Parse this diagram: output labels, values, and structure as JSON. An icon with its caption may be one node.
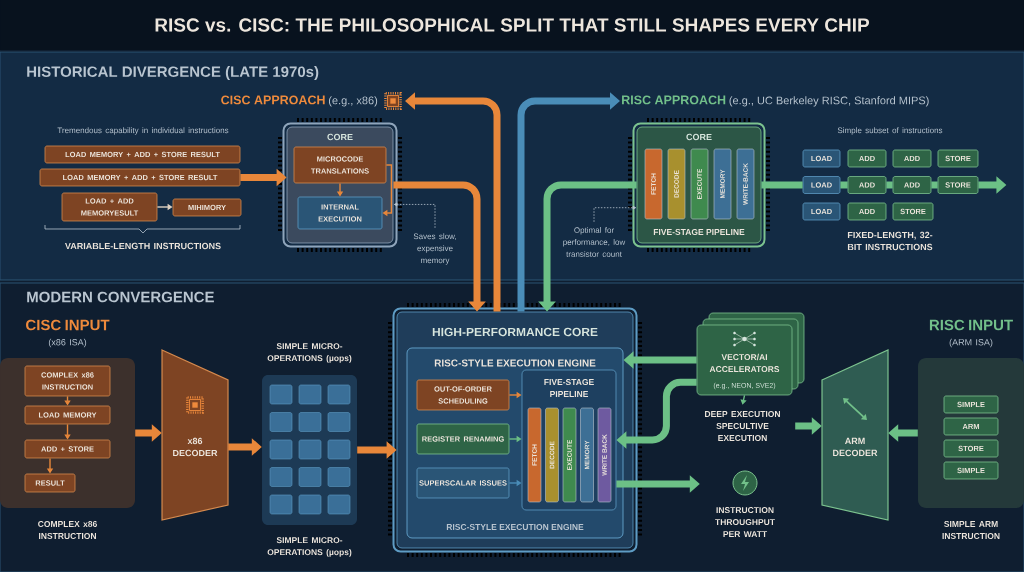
{
  "diagram": {
    "title": "RISC vs. CISC: THE PHILOSOPHICAL SPLIT THAT STILL SHAPES EVERY CHIP",
    "nodes": [
      {
        "text": [
          "CISC APPROACH",
          "(e.g., x86)"
        ]
      },
      {
        "text": [
          "RISC APPROACH",
          "(e.g., UC Berkeley RISC, Stanford MIPS)"
        ]
      },
      {
        "text": [
          "LOAD MEMORY + ADD + STORE RESULT"
        ]
      },
      {
        "text": [
          "LOAD MEMORY + ADD + STORE RESULT"
        ]
      },
      {
        "text": [
          "LOAD + ADD MEMORYESULT"
        ]
      },
      {
        "text": [
          "MIHIMORY"
        ]
      },
      {
        "text": [
          "CORE"
        ]
      },
      {
        "text": [
          "MICROCODE TRANSLATIONS"
        ],
        "in": 6
      },
      {
        "text": [
          "INTERNAL EXECUTION"
        ],
        "in": 6
      },
      {
        "text": [
          "Saves slow, expensive memory"
        ]
      },
      {
        "text": [
          "CORE",
          "FIVE-STAGE PIPELINE"
        ]
      },
      {
        "text": [
          "FETCH"
        ],
        "in": 10
      },
      {
        "text": [
          "DECODE"
        ],
        "in": 10
      },
      {
        "text": [
          "EXECUTE"
        ],
        "in": 10
      },
      {
        "text": [
          "MEMORY"
        ],
        "in": 10
      },
      {
        "text": [
          "WRITE-BACK"
        ],
        "in": 10
      },
      {
        "text": [
          "Optimal for performance, low transistor count"
        ]
      },
      {
        "text": [
          "LOAD"
        ]
      },
      {
        "text": [
          "ADD"
        ]
      },
      {
        "text": [
          "ADD"
        ]
      },
      {
        "text": [
          "STORE"
        ]
      },
      {
        "text": [
          "LOAD"
        ]
      },
      {
        "text": [
          "ADD"
        ]
      },
      {
        "text": [
          "ADD"
        ]
      },
      {
        "text": [
          "STORE"
        ]
      },
      {
        "text": [
          "LOAD"
        ]
      },
      {
        "text": [
          "ADD"
        ]
      },
      {
        "text": [
          "STORE"
        ]
      },
      {
        "text": [
          "CISC INPUT",
          "(x86 ISA)"
        ],
        "beside": [
          "COMPLEX x86 INSTRUCTION"
        ]
      },
      {
        "text": [
          "COMPLEX x86 INSTRUCTION"
        ],
        "in": 28
      },
      {
        "text": [
          "LOAD MEMORY"
        ],
        "in": 28
      },
      {
        "text": [
          "ADD + STORE"
        ],
        "in": 28
      },
      {
        "text": [
          "RESULT"
        ],
        "in": 28
      },
      {
        "text": [
          "x86 DECODER"
        ]
      },
      {
        "text": [
          "SIMPLE MICRO-OPERATIONS (µops)"
        ],
        "beside": [
          "SIMPLE MICRO-OPERATIONS (µops)"
        ]
      },
      {
        "text": [],
        "shape": "box",
        "in": 34
      },
      {
        "text": [],
        "shape": "box",
        "in": 34
      },
      {
        "text": [],
        "shape": "box",
        "in": 34
      },
      {
        "text": [],
        "shape": "box",
        "in": 34
      },
      {
        "text": [],
        "shape": "box",
        "in": 34
      },
      {
        "text": [],
        "shape": "box",
        "in": 34
      },
      {
        "text": [],
        "shape": "box",
        "in": 34
      },
      {
        "text": [],
        "shape": "box",
        "in": 34
      },
      {
        "text": [],
        "shape": "box",
        "in": 34
      },
      {
        "text": [],
        "shape": "box",
        "in": 34
      },
      {
        "text": [],
        "shape": "box",
        "in": 34
      },
      {
        "text": [],
        "shape": "box",
        "in": 34
      },
      {
        "text": [],
        "shape": "box",
        "in": 34
      },
      {
        "text": [],
        "shape": "box",
        "in": 34
      },
      {
        "text": [],
        "shape": "box",
        "in": 34
      },
      {
        "text": [
          "HIGH-PERFORMANCE CORE"
        ]
      },
      {
        "text": [
          "RISC-STYLE EXECUTION ENGINE",
          "RISC-STYLE EXECUTION ENGINE"
        ],
        "in": 50
      },
      {
        "text": [
          "OUT-OF-ORDER SCHEDULING"
        ],
        "in": 51
      },
      {
        "text": [
          "REGISTER RENAMING"
        ],
        "in": 51
      },
      {
        "text": [
          "SUPERSCALAR ISSUES"
        ],
        "in": 51
      },
      {
        "text": [
          "FIVE-STAGE PIPELINE"
        ],
        "in": 51
      },
      {
        "text": [
          "FETCH"
        ],
        "in": 55
      },
      {
        "text": [
          "DECODE"
        ],
        "in": 55
      },
      {
        "text": [
          "EXECUTE"
        ],
        "in": 55
      },
      {
        "text": [
          "MEMORY"
        ],
        "in": 55
      },
      {
        "text": [
          "WRITE BACK"
        ],
        "in": 55
      },
      {
        "text": [
          "VECTOR/AI ACCELERATORS",
          "(e.g., NEON, SVE2)"
        ]
      },
      {
        "text": [
          "DEEP EXECUTION SPECULTIVE EXECUTION"
        ]
      },
      {
        "text": [
          "INSTRUCTION THROUGHPUT PER WATT"
        ]
      },
      {
        "text": [
          "ARM DECODER"
        ]
      },
      {
        "text": [
          "RISC INPUT",
          "(ARM ISA)"
        ],
        "beside": [
          "SIMPLE ARM INSTRUCTION"
        ]
      },
      {
        "text": [
          "SIMPLE"
        ],
        "in": 65
      },
      {
        "text": [
          "ARM"
        ],
        "in": 65
      },
      {
        "text": [
          "STORE"
        ],
        "in": 65
      },
      {
        "text": [
          "SIMPLE"
        ],
        "in": 65
      }
    ],
    "edges": [
      {
        "from": 3,
        "to": 6,
        "arrow": "to",
        "color": "#e8873a"
      },
      {
        "from": 4,
        "to": 5,
        "arrow": "to",
        "color": "#e0d2c2"
      },
      {
        "from": 7,
        "to": 8,
        "arrow": "to",
        "color": "#e8873a"
      },
      {
        "from": 7,
        "to": 8,
        "arrow": "to",
        "color": "#e8873a"
      },
      {
        "from": 9,
        "to": 6,
        "arrow": "to",
        "style": "dashed"
      },
      {
        "from": 6,
        "to": 50,
        "arrow": "to",
        "color": "#e8873a"
      },
      {
        "from": 50,
        "to": 0,
        "arrow": "to",
        "color": "#e8873a"
      },
      {
        "from": 50,
        "to": 1,
        "arrow": "to",
        "color": "#4a8db8"
      },
      {
        "from": 10,
        "to": 50,
        "arrow": "to",
        "color": "#6cc086"
      },
      {
        "from": 16,
        "to": 10,
        "arrow": "to",
        "style": "dashed"
      },
      {
        "from": 10,
        "to": 21,
        "arrow": "none",
        "color": "#6cc086"
      },
      {
        "from": 21,
        "to": 22,
        "arrow": "none",
        "color": "#6cc086"
      },
      {
        "from": 22,
        "to": 23,
        "arrow": "none",
        "color": "#6cc086"
      },
      {
        "from": 23,
        "to": 24,
        "arrow": "none",
        "color": "#6cc086"
      },
      {
        "from": 24,
        "to": null,
        "arrow": "to",
        "color": "#6cc086"
      },
      {
        "from": 29,
        "to": 30,
        "arrow": "to",
        "color": "#e8873a"
      },
      {
        "from": 30,
        "to": 31,
        "arrow": "to",
        "color": "#e8873a"
      },
      {
        "from": 31,
        "to": 32,
        "arrow": "to",
        "color": "#e8873a"
      },
      {
        "from": 28,
        "to": 33,
        "arrow": "to",
        "color": "#e8873a"
      },
      {
        "from": 33,
        "to": 34,
        "arrow": "to",
        "color": "#e8873a"
      },
      {
        "from": 34,
        "to": 50,
        "arrow": "to",
        "color": "#e8873a"
      },
      {
        "from": 52,
        "to": 55,
        "arrow": "to",
        "color": "#e8873a"
      },
      {
        "from": 53,
        "to": 55,
        "arrow": "to",
        "color": "#6cc086"
      },
      {
        "from": 54,
        "to": 55,
        "arrow": "to",
        "color": "#4a8db8"
      },
      {
        "from": 61,
        "to": 51,
        "arrow": "to",
        "color": "#6cc086"
      },
      {
        "from": 61,
        "to": 62,
        "arrow": "to",
        "color": "#6cc086"
      },
      {
        "from": 61,
        "to": 55,
        "arrow": "to",
        "color": "#6cc086"
      },
      {
        "from": 62,
        "to": 64,
        "arrow": "to",
        "color": "#6cc086"
      },
      {
        "from": 55,
        "to": 63,
        "arrow": "to",
        "color": "#6cc086"
      },
      {
        "from": 65,
        "to": 64,
        "arrow": "to",
        "color": "#6cc086"
      }
    ],
    "labels": [
      "**HISTORICAL DIVERGENCE** (LATE 1970s)",
      "Tremendous capability in individual instructions",
      "VARIABLE-LENGTH INSTRUCTIONS",
      "Simple subset of instructions",
      "FIXED-LENGTH, 32-BIT INSTRUCTIONS",
      "MODERN CONVERGENCE"
    ]
  }
}
